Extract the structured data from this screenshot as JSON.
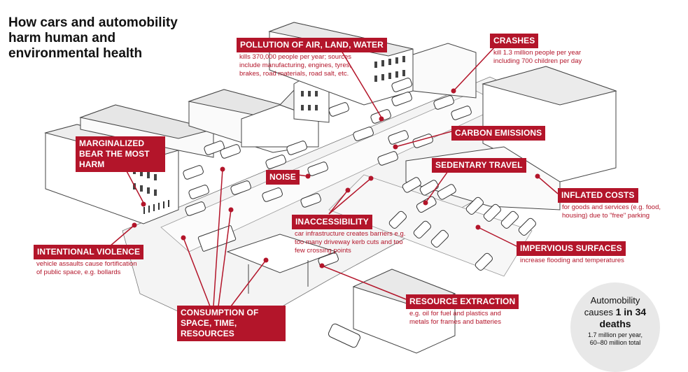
{
  "title": "How cars and automobility harm human and environmental health",
  "callouts": {
    "pollution": {
      "label": "POLLUTION OF AIR, LAND, WATER",
      "desc": "kills 370,000 people per year; sources include manufacturing, engines, tyres, brakes, road materials, road salt, etc."
    },
    "crashes": {
      "label": "CRASHES",
      "desc": "kill 1.3 million people per year including 700 children per day"
    },
    "carbon": {
      "label": "CARBON EMISSIONS"
    },
    "marginalized": {
      "label": "MARGINALIZED BEAR THE MOST HARM"
    },
    "noise": {
      "label": "NOISE"
    },
    "sedentary": {
      "label": "SEDENTARY TRAVEL"
    },
    "inflated": {
      "label": "INFLATED COSTS",
      "desc": "for goods and services (e.g. food, housing) due to \"free\" parking"
    },
    "inaccessibility": {
      "label": "INACCESSIBILITY",
      "desc": "car infrastructure creates barriers e.g. too many driveway kerb cuts and too few crossing points"
    },
    "impervious": {
      "label": "IMPERVIOUS SURFACES",
      "desc": "increase flooding and temperatures"
    },
    "violence": {
      "label": "INTENTIONAL VIOLENCE",
      "desc": "vehicle assaults cause fortification of public space, e.g. bollards"
    },
    "resource": {
      "label": "RESOURCE EXTRACTION",
      "desc": "e.g. oil for fuel and plastics and metals for frames and batteries"
    },
    "consumption": {
      "label": "CONSUMPTION OF SPACE, TIME, RESOURCES"
    }
  },
  "stat": {
    "line1": "Automobility",
    "line2a": "causes ",
    "line2b": "1 in 34",
    "line3": "deaths",
    "sub1": "1.7 million per year,",
    "sub2": "60–80 million total"
  },
  "colors": {
    "accent": "#b3152a",
    "line": "#222222",
    "stat_bg": "#e8e8e8"
  }
}
